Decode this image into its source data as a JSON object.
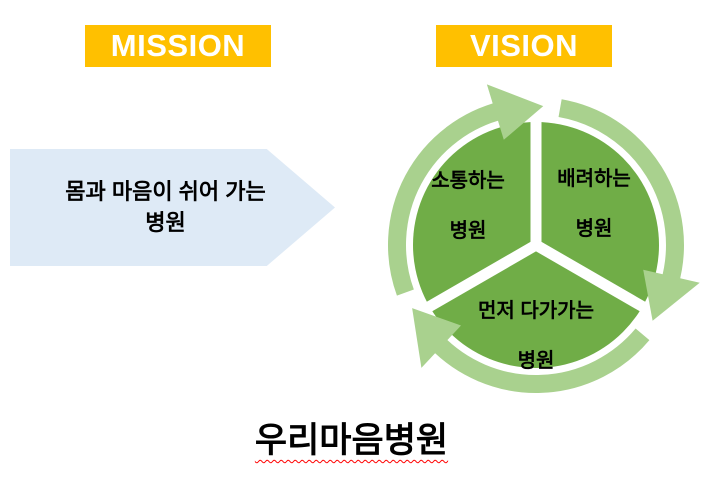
{
  "mission": {
    "badge": "MISSION",
    "statement_line1": "몸과 마음이 쉬어 가는",
    "statement_line2": "병원"
  },
  "vision": {
    "badge": "VISION",
    "segments": [
      {
        "line1": "소통하는",
        "line2": "병원"
      },
      {
        "line1": "배려하는",
        "line2": "병원"
      },
      {
        "line1": "먼저 다가가는",
        "line2": "병원"
      }
    ]
  },
  "footer": {
    "hospital_name": "우리마음병원"
  },
  "colors": {
    "badge_bg": "#FFC000",
    "badge_text": "#FFFFFF",
    "mission_arrow_bg": "#DEEAF6",
    "pie_green": "#70AD47",
    "ring_green": "#A9D18E",
    "underline_red": "#FF0000"
  }
}
